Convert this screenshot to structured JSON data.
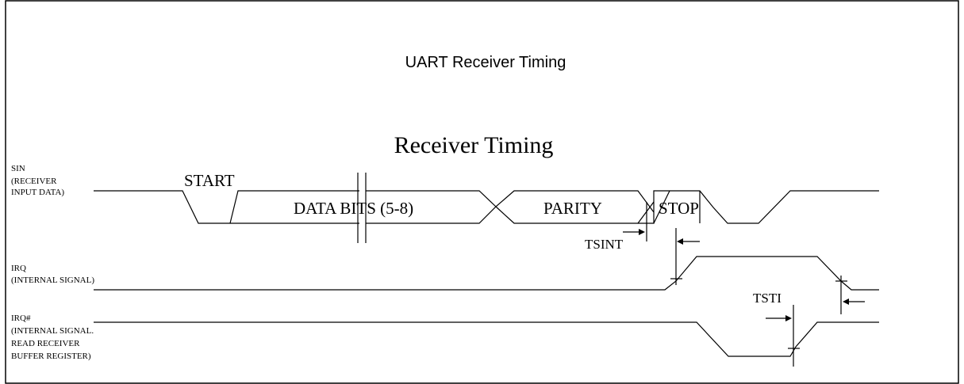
{
  "title": "UART Receiver Timing",
  "subtitle": "Receiver Timing",
  "signals": {
    "sin": {
      "label_lines": [
        "SIN",
        "(RECEIVER",
        "INPUT DATA)"
      ]
    },
    "irq": {
      "label_lines": [
        "IRQ",
        "(INTERNAL SIGNAL)"
      ]
    },
    "irq_n": {
      "label_lines": [
        "IRQ#",
        "(INTERNAL SIGNAL.",
        "READ RECEIVER",
        "BUFFER REGISTER)"
      ]
    }
  },
  "segments": {
    "start": "START",
    "data_bits": "DATA BITS (5-8)",
    "parity": "PARITY",
    "stop": "STOP"
  },
  "timings": {
    "tsint": "TSINT",
    "tsti": "TSTI"
  }
}
